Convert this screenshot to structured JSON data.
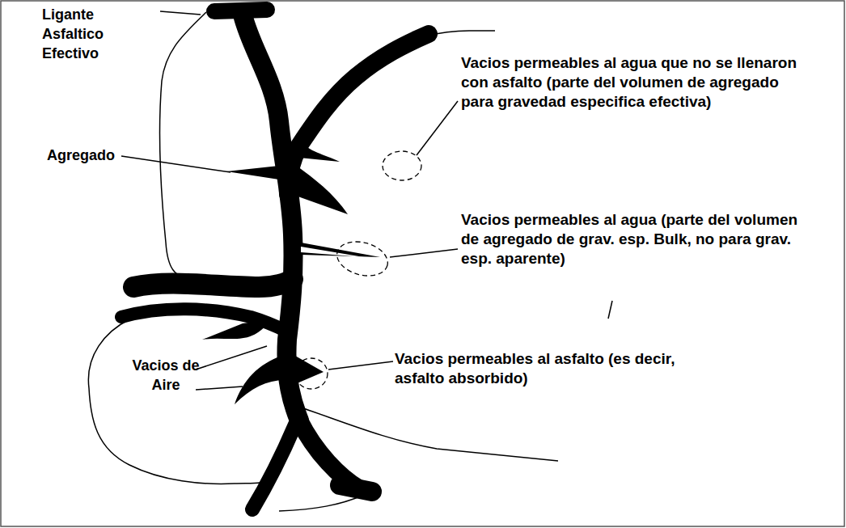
{
  "diagram": {
    "labels": [
      "Ligante Asfaltico Efectivo",
      "Agregado",
      "Vacios permeables al agua que no se llenaron con asfalto (parte del volumen de agregado para gravedad especifica efectiva)",
      "Vacios permeables al agua (parte del volumen de agregado de grav. esp. Bulk, no para grav. esp. aparente)",
      "Vacios permeables al asfalto (es decir, asfalto absorbido)",
      "Vacios de Aire"
    ]
  }
}
